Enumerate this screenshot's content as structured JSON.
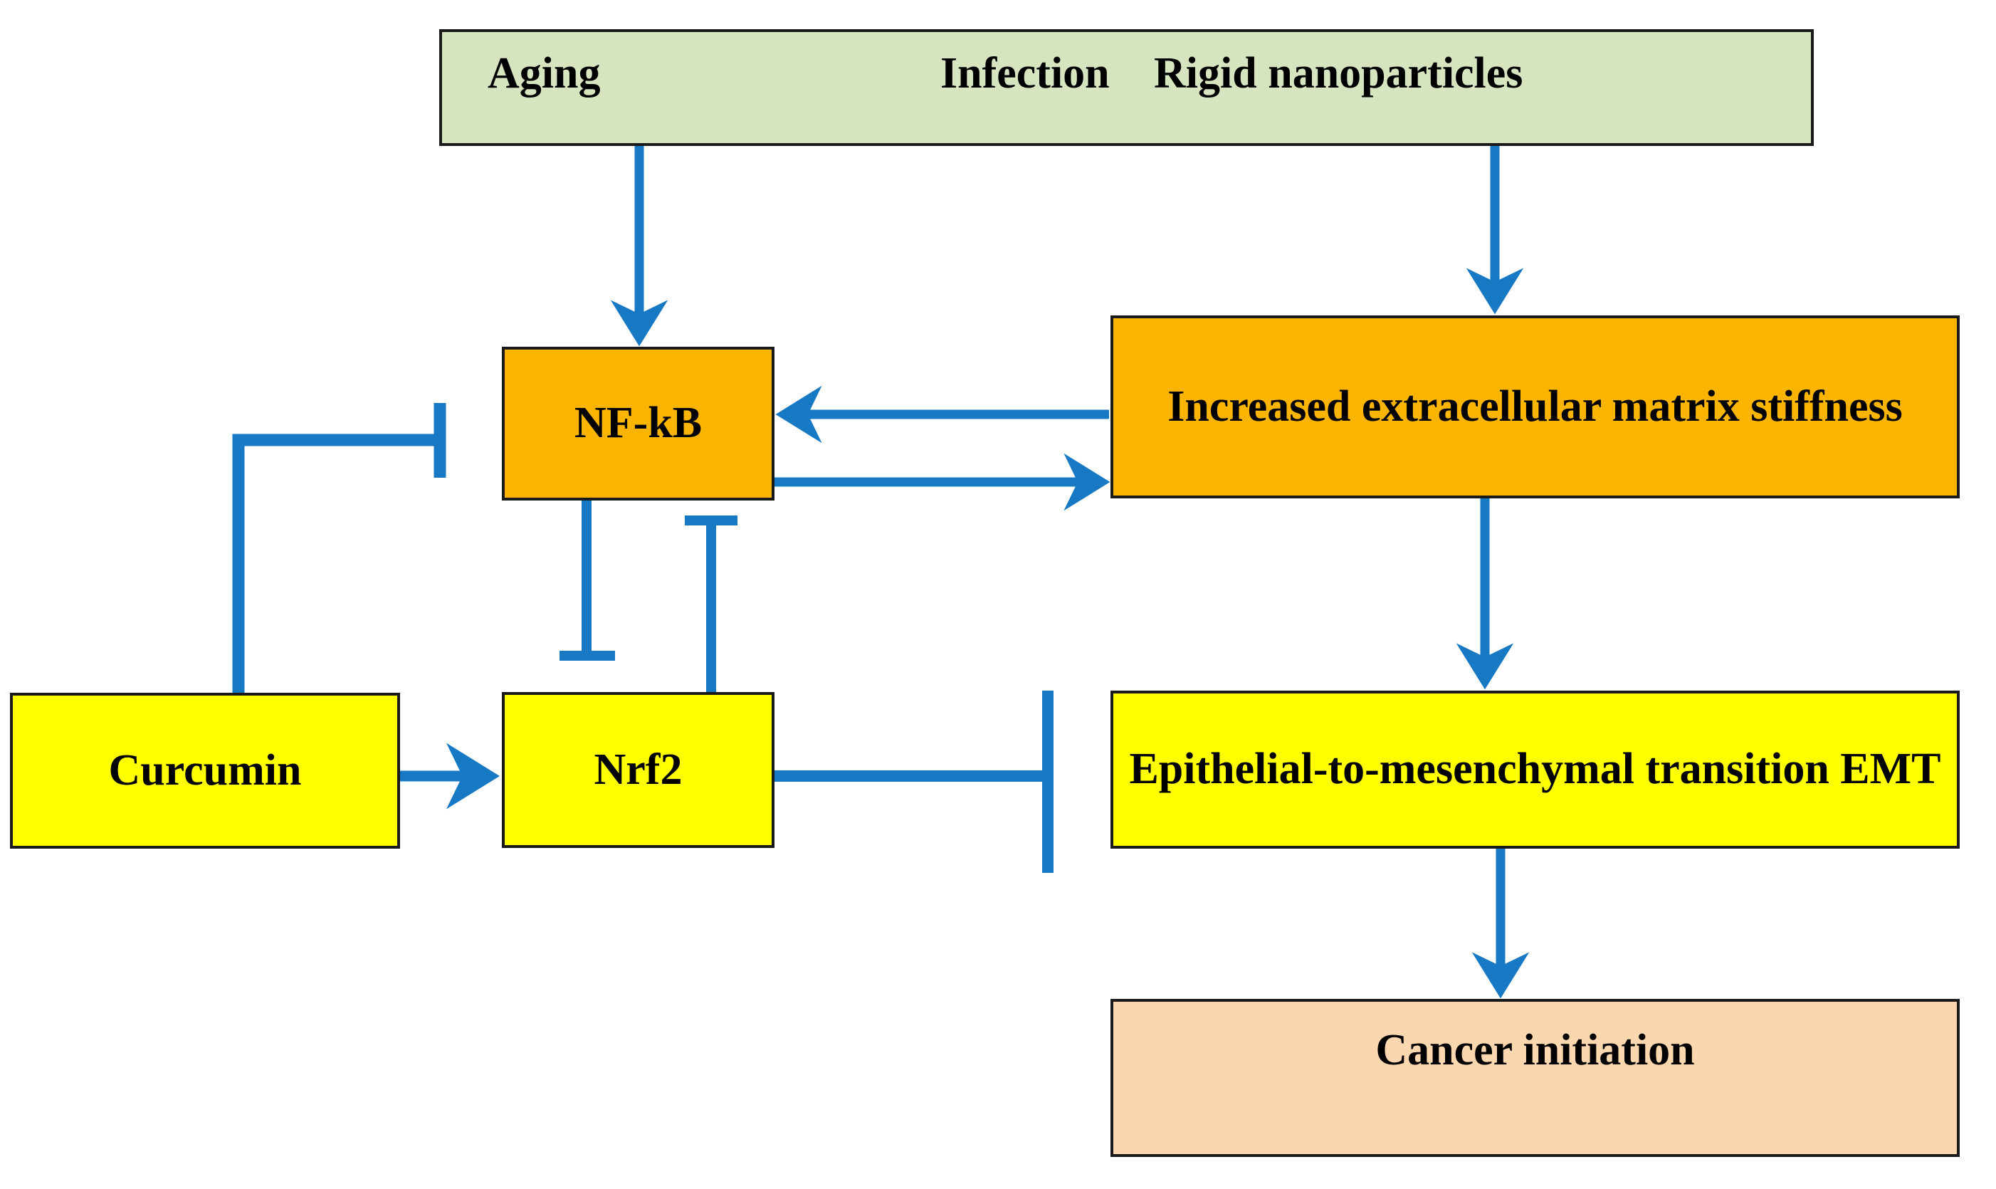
{
  "diagram": {
    "title": "Curcumin / NF-kB / Nrf2 matrix stiffness cancer initiation pathway",
    "background_color": "#ffffff",
    "connector_color": "#1779c4",
    "border_color": "#1a1a1a",
    "text_color": "#000000"
  },
  "nodes": {
    "stimuli": {
      "items": [
        "Aging",
        "Infection",
        "Rigid nanoparticles"
      ],
      "fill": "#d7e4c0"
    },
    "nfkb": {
      "label": "NF-kB",
      "fill": "#fbb500"
    },
    "ecm": {
      "label": "Increased extracellular matrix stiffness",
      "fill": "#fbb500"
    },
    "curcumin": {
      "label": "Curcumin",
      "fill": "#ffff00"
    },
    "nrf2": {
      "label": "Nrf2",
      "fill": "#ffff00"
    },
    "emt": {
      "label": "Epithelial-to-mesenchymal transition EMT",
      "fill": "#ffff00"
    },
    "cancer": {
      "label": "Cancer initiation",
      "fill": "#fbd7b0"
    }
  },
  "edges": [
    {
      "id": "aging-to-nfkb",
      "from": "stimuli",
      "to": "nfkb",
      "kind": "arrow"
    },
    {
      "id": "nanoparticles-to-ecm",
      "from": "stimuli",
      "to": "ecm",
      "kind": "arrow"
    },
    {
      "id": "ecm-to-nfkb",
      "from": "ecm",
      "to": "nfkb",
      "kind": "arrow"
    },
    {
      "id": "nfkb-to-ecm",
      "from": "nfkb",
      "to": "ecm",
      "kind": "arrow"
    },
    {
      "id": "ecm-to-emt",
      "from": "ecm",
      "to": "emt",
      "kind": "arrow"
    },
    {
      "id": "emt-to-cancer",
      "from": "emt",
      "to": "cancer",
      "kind": "arrow"
    },
    {
      "id": "curcumin-to-nrf2",
      "from": "curcumin",
      "to": "nrf2",
      "kind": "arrow"
    },
    {
      "id": "curcumin-inhibits-nfkb",
      "from": "curcumin",
      "to": "nfkb",
      "kind": "inhibition"
    },
    {
      "id": "nfkb-inhibits-nrf2",
      "from": "nfkb",
      "to": "nrf2",
      "kind": "inhibition"
    },
    {
      "id": "nrf2-inhibits-nfkb",
      "from": "nrf2",
      "to": "nfkb",
      "kind": "inhibition"
    },
    {
      "id": "nrf2-inhibits-emt",
      "from": "nrf2",
      "to": "emt",
      "kind": "inhibition"
    }
  ]
}
